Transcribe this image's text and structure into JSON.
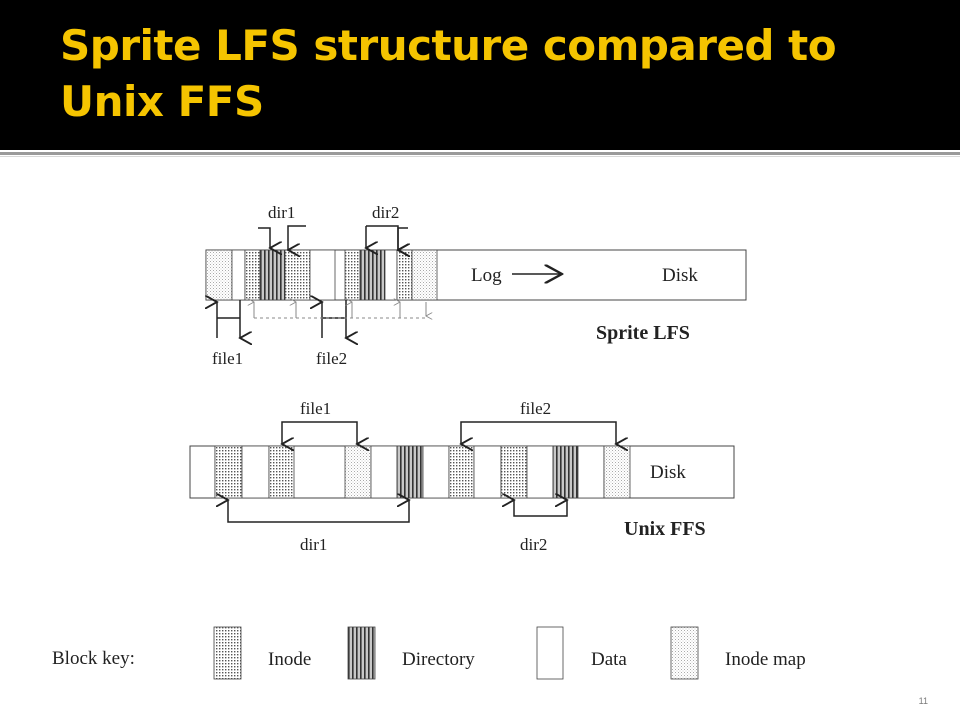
{
  "slide": {
    "title": "Sprite LFS structure compared to Unix FFS",
    "page_number": "11",
    "colors": {
      "title_bg": "#000000",
      "title_text": "#f5c400"
    }
  },
  "lfs": {
    "label": "Sprite LFS",
    "log_label": "Log",
    "disk_label": "Disk",
    "dir_labels": [
      "dir1",
      "dir2"
    ],
    "file_labels": [
      "file1",
      "file2"
    ]
  },
  "ffs": {
    "label": "Unix FFS",
    "disk_label": "Disk",
    "file_labels": [
      "file1",
      "file2"
    ],
    "dir_labels": [
      "dir1",
      "dir2"
    ]
  },
  "key": {
    "label": "Block key:",
    "items": [
      "Inode",
      "Directory",
      "Data",
      "Inode map"
    ]
  }
}
